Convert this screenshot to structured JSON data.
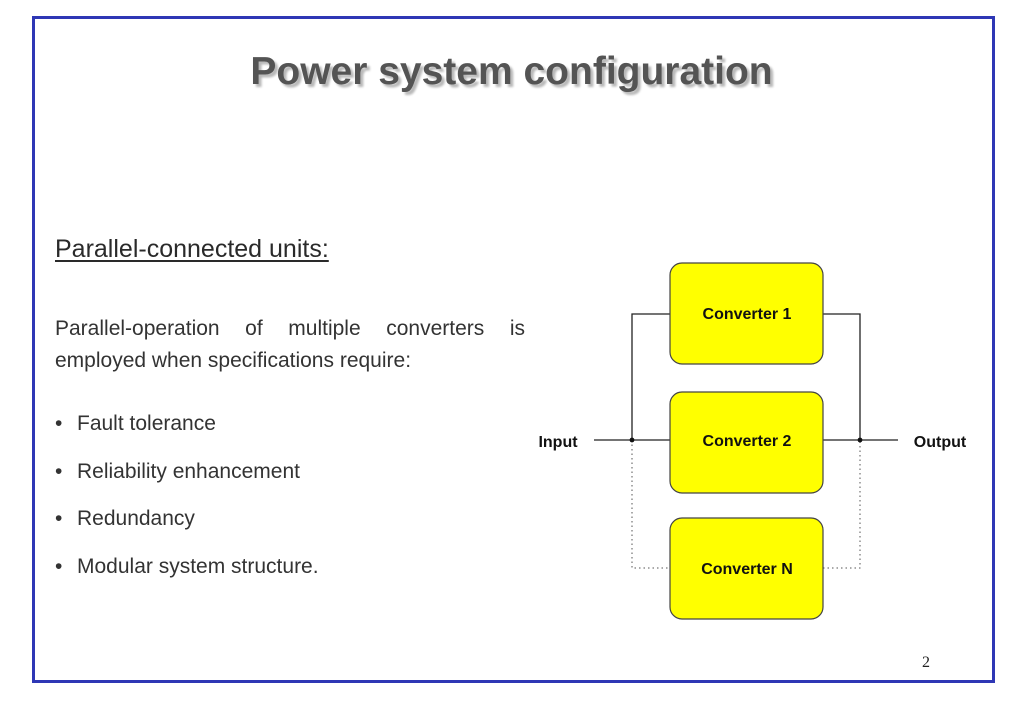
{
  "slide": {
    "title": "Power system configuration",
    "subheading": "Parallel-connected units:",
    "paragraph": "Parallel-operation of multiple converters is employed when specifications require:",
    "bullets": [
      "Fault tolerance",
      "Reliability enhancement",
      "Redundancy",
      "Modular system structure."
    ],
    "page_number": "2"
  },
  "diagram": {
    "input_label": "Input",
    "output_label": "Output",
    "converters": [
      "Converter  1",
      "Converter  2",
      "Converter  N"
    ],
    "box_color": "#ffff00"
  },
  "colors": {
    "frame": "#2e37b5",
    "title": "#545454"
  }
}
